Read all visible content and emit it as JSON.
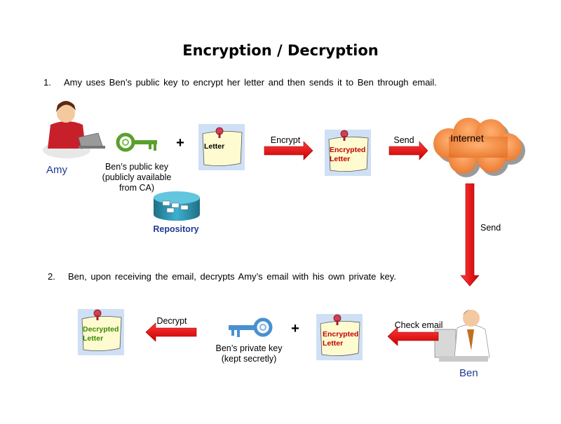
{
  "title": "Encryption / Decryption",
  "step1": {
    "number": "1.",
    "text": "Amy uses Ben’s public key to encrypt her letter and then sends it to Ben through email."
  },
  "step2": {
    "number": "2.",
    "text": "Ben, upon receiving the email, decrypts Amy’s email with his own private key."
  },
  "amy": {
    "label": "Amy"
  },
  "ben": {
    "label": "Ben"
  },
  "public_key": {
    "line1": "Ben’s  public key",
    "line2": "(publicly available",
    "line3": "from CA)"
  },
  "private_key": {
    "line1": "Ben’s private key",
    "line2": "(kept secretly)"
  },
  "repository": {
    "label": "Repository"
  },
  "internet": {
    "label": "Internet"
  },
  "letter": {
    "label": "Letter"
  },
  "encrypted_letter": {
    "line1": "Encrypted",
    "line2": "Letter"
  },
  "decrypted_letter": {
    "line1": "Decrypted",
    "line2": "Letter"
  },
  "plus": "+",
  "arrows": {
    "encrypt": "Encrypt",
    "send": "Send",
    "send_down": "Send",
    "check_email": "Check email",
    "decrypt": "Decrypt"
  },
  "colors": {
    "arrow_red": "#e60000",
    "key_green": "#5aa02c",
    "key_blue": "#4a90d0",
    "label_blue": "#1f3a93",
    "encrypted_red": "#c00000",
    "decrypted_green": "#3a8a00",
    "note_bg": "#cfe0f5"
  }
}
